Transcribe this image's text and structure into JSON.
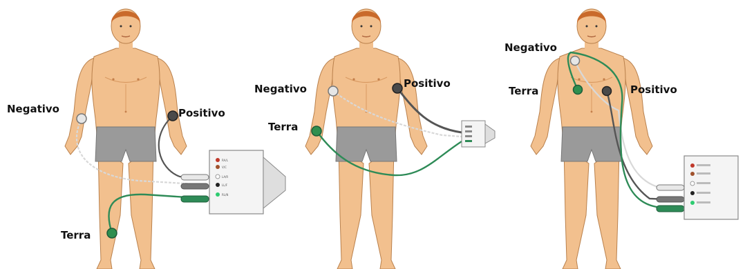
{
  "labels": {
    "negativo": "Negativo",
    "positivo": "Positivo",
    "terra": "Terra"
  },
  "colors": {
    "skin": "#f2c08e",
    "skin_shade": "#d99a62",
    "hair": "#c96a2b",
    "shorts": "#9a9a9a",
    "wire_gray": "#555555",
    "wire_white": "#d8d8d8",
    "wire_green": "#2e8b57",
    "electrode_green": "#2f8f4f",
    "electrode_dark": "#4a4a4a",
    "electrode_white": "#e6e6e6"
  },
  "figures": [
    {
      "id": "figure-1",
      "placement": "limbs-wrists-ankle"
    },
    {
      "id": "figure-2",
      "placement": "arms-wrist"
    },
    {
      "id": "figure-3",
      "placement": "chest"
    }
  ]
}
